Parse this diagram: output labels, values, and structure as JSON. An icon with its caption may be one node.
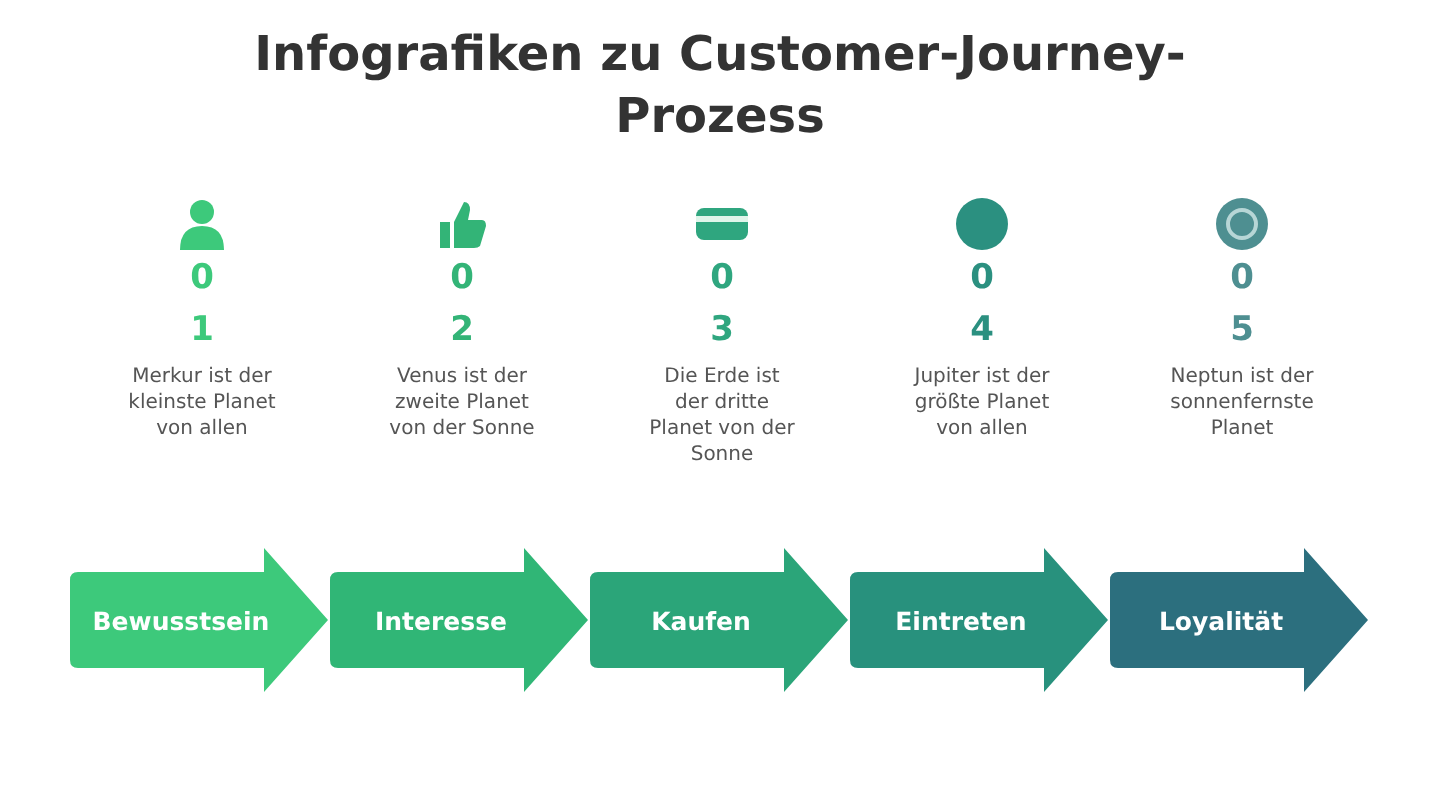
{
  "diagram": {
    "title": "Infografiken zu Customer-Journey-Prozess",
    "nodes": [
      {
        "text": [
          "Bewusstsein"
        ],
        "beside": [
          "01",
          "Merkur ist der kleinste Planet von allen"
        ]
      },
      {
        "text": [
          "Interesse"
        ],
        "beside": [
          "02",
          "Venus ist der zweite Planet von der Sonne"
        ]
      },
      {
        "text": [
          "Kaufen"
        ],
        "beside": [
          "03",
          "Die Erde ist der dritte Planet von der Sonne"
        ]
      },
      {
        "text": [
          "Eintreten"
        ],
        "beside": [
          "04",
          "Jupiter ist der größte Planet von allen"
        ]
      },
      {
        "text": [
          "Loyalität"
        ],
        "beside": [
          "05",
          "Neptun ist der sonnenfernste Planet"
        ]
      }
    ]
  }
}
